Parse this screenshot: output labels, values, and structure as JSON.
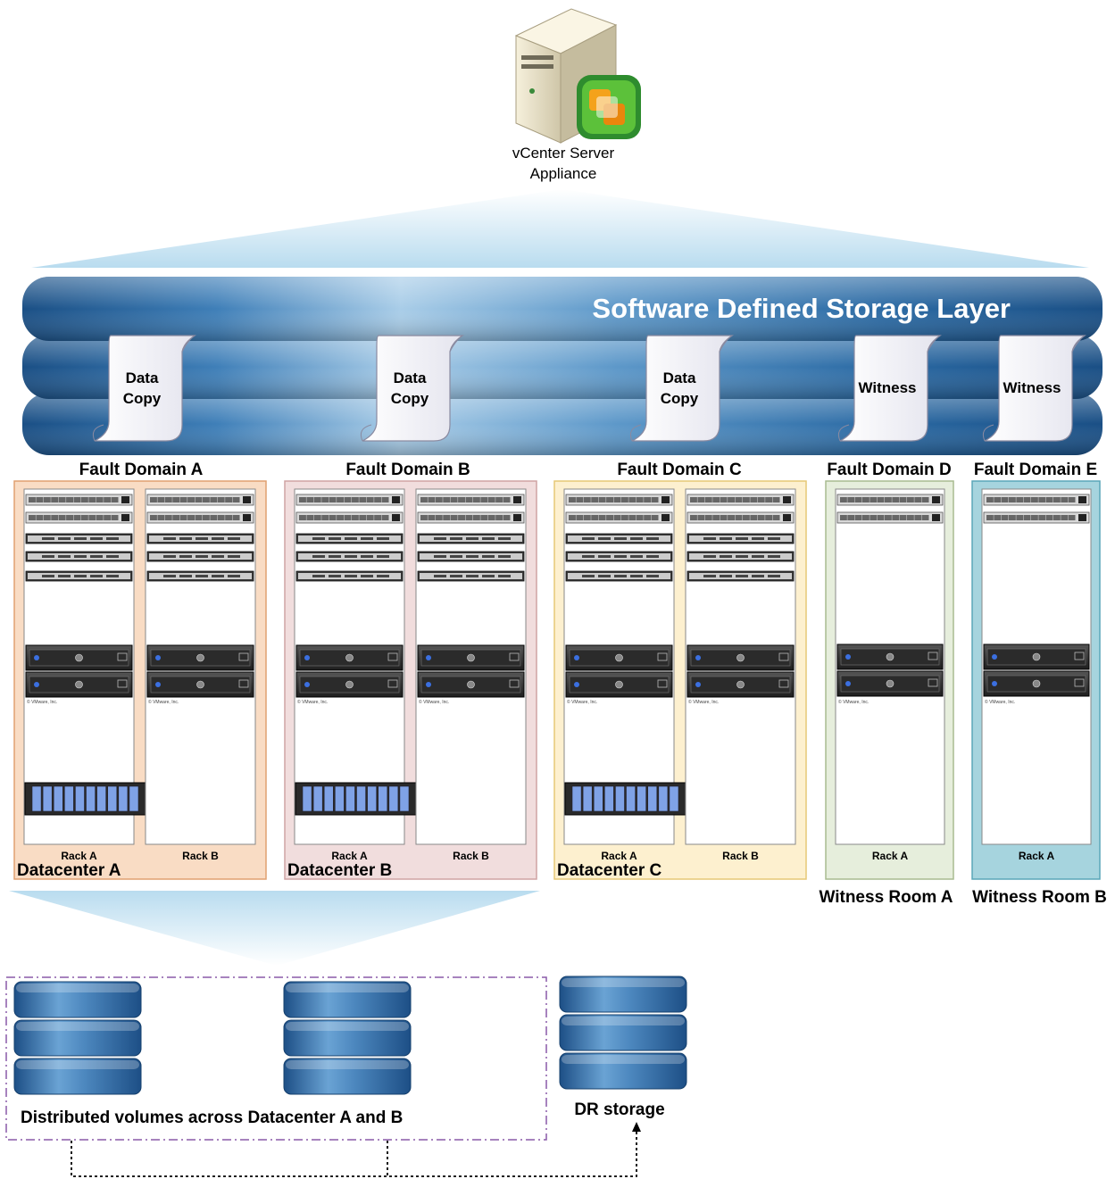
{
  "vcenter": {
    "label_line1": "vCenter Server",
    "label_line2": "Appliance",
    "icon": "server-tower-with-vsphere-logo-icon"
  },
  "storage_layer": {
    "title": "Software Defined Storage Layer",
    "scrolls": [
      {
        "line1": "Data",
        "line2": "Copy"
      },
      {
        "line1": "Data",
        "line2": "Copy"
      },
      {
        "line1": "Data",
        "line2": "Copy"
      },
      {
        "line1": "Witness",
        "line2": ""
      },
      {
        "line1": "Witness",
        "line2": ""
      }
    ]
  },
  "fault_domains": [
    {
      "label": "Fault Domain A",
      "site": "Datacenter A",
      "racks": [
        "Rack A",
        "Rack B"
      ],
      "fill": "#f9dcc4",
      "border": "#e0a070",
      "vmware_credit": "© VMware, Inc."
    },
    {
      "label": "Fault Domain B",
      "site": "Datacenter B",
      "racks": [
        "Rack A",
        "Rack B"
      ],
      "fill": "#f1dddd",
      "border": "#cfa3a3",
      "vmware_credit": "© VMware, Inc."
    },
    {
      "label": "Fault Domain C",
      "site": "Datacenter C",
      "racks": [
        "Rack A",
        "Rack B"
      ],
      "fill": "#fdf0cf",
      "border": "#e6c877",
      "vmware_credit": "© VMware, Inc."
    },
    {
      "label": "Fault Domain D",
      "site": "Witness Room A",
      "racks": [
        "Rack A"
      ],
      "fill": "#e6eedc",
      "border": "#a8bc90",
      "vmware_credit": "© VMware, Inc."
    },
    {
      "label": "Fault Domain E",
      "site": "Witness Room B",
      "racks": [
        "Rack A"
      ],
      "fill": "#a6d4de",
      "border": "#5aa6b8",
      "vmware_credit": "© VMware, Inc."
    }
  ],
  "storage": {
    "distributed_label": "Distributed volumes across Datacenter A and B",
    "dr_label": "DR storage",
    "icon": "database-stack-icon"
  },
  "colors": {
    "layer_blue": "#1f5f9a",
    "layer_light": "#8db8dd",
    "beam": "#cfe6f4",
    "dashed_box": "#8a5aa8"
  }
}
